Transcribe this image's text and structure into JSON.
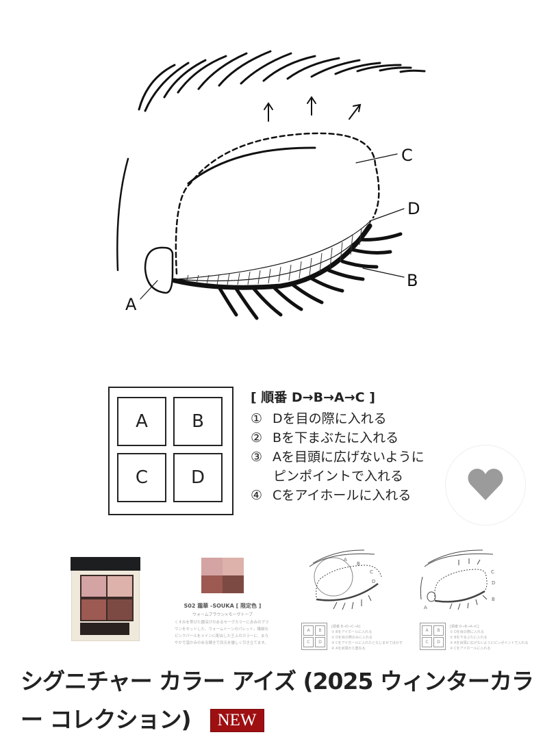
{
  "eye_diagram": {
    "labels": {
      "a": "A",
      "b": "B",
      "c": "C",
      "d": "D"
    },
    "arrows": [
      "↑",
      "↑",
      "↗"
    ]
  },
  "legend": {
    "cells": [
      "A",
      "B",
      "C",
      "D"
    ]
  },
  "order": {
    "title": "[ 順番 D→B→A→C ]",
    "steps": [
      {
        "num": "①",
        "text": "Dを目の際に入れる"
      },
      {
        "num": "②",
        "text": "Bを下まぶたに入れる"
      },
      {
        "num": "③",
        "text": "Aを目頭に広げないように"
      },
      {
        "num": "",
        "text": "ピンポイントで入れる"
      },
      {
        "num": "④",
        "text": "Cをアイホールに入れる"
      }
    ]
  },
  "favorite": {
    "icon": "heart-icon",
    "color": "#9b9b9b"
  },
  "thumbnails": {
    "shade": {
      "name": "S02 霜華 -SOUKA [ 限定色 ]",
      "subtitle": "ウォームブラウン×モーヴトープ",
      "description": "くすみを帯びた趣深げのあるモーヴカラーに赤みのブラウンをセットした、ウォームトーンのパレット。繊細なピンクパールをメインに配合した王上のカラーに、まろやかで温かみのある輝きで目元を優しく引き立てます。"
    },
    "palette_colors": [
      "#d4a3a3",
      "#dcb2aa",
      "#9c5a52",
      "#7d4a43"
    ],
    "diagram_3": {
      "labels": [
        "A",
        "B",
        "C",
        "D"
      ],
      "title": "[順番 B→D→C→A]",
      "steps": [
        "① Bをアイホールに入れる",
        "② Dを目の際のみに入れる",
        "③ Cをアイホールに入れたとなじませてぼかす",
        "④ Aを目頭から重ねる"
      ]
    },
    "diagram_4": {
      "labels": [
        "A",
        "B",
        "C",
        "D"
      ],
      "title": "[順番 D→B→A→C]",
      "steps": [
        "① Dを目の際に入れる",
        "② Bを下まぶたに入れる",
        "③ Aを目頭に広げないようにピンポイントで入れる",
        "④ Cをアイホールに入れる"
      ]
    }
  },
  "product": {
    "title": "シグニチャー カラー アイズ (2025 ウィンターカラー コレクション)",
    "badge": "NEW",
    "badge_color": "#9e0f12"
  }
}
